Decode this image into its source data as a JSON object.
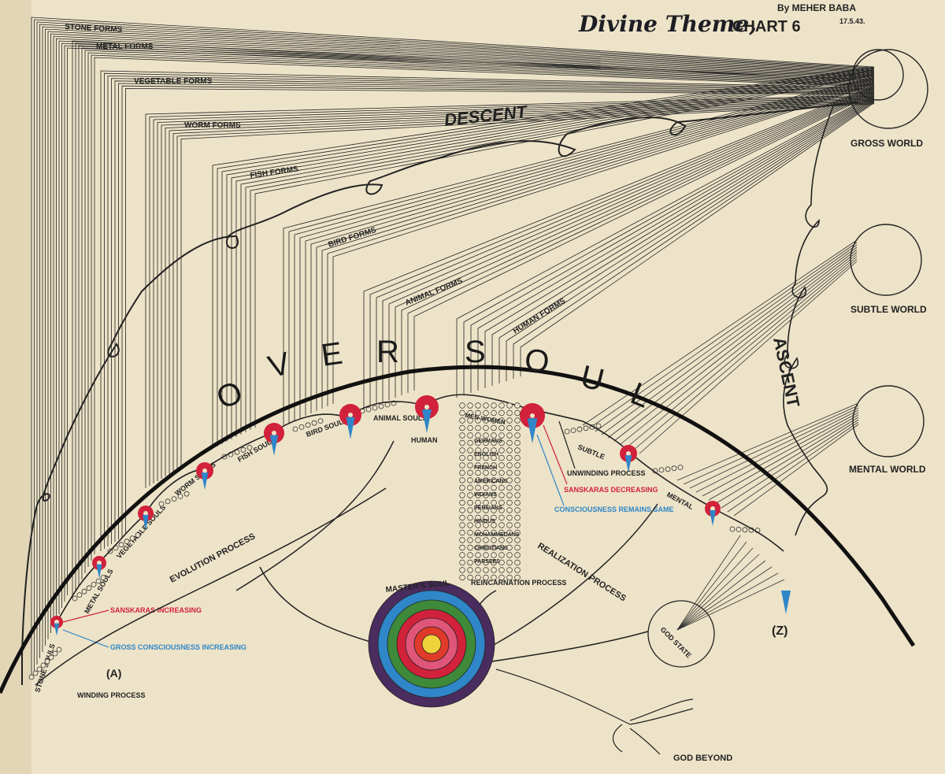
{
  "header": {
    "title_main": "Divine Theme,",
    "title_chart": "CHART 6",
    "author": "By MEHER BABA",
    "date": "17.5.43."
  },
  "forms": [
    "STONE FORMS",
    "METAL FORMS",
    "VEGETABLE FORMS",
    "WORM FORMS",
    "FISH FORMS",
    "BIRD FORMS",
    "ANIMAL FORMS",
    "HUMAN FORMS"
  ],
  "souls": [
    "STONE SOULS",
    "METAL SOULS",
    "VEGETABLE SOULS",
    "WORM SOULS",
    "FISH SOULS",
    "BIRD SOULS",
    "ANIMAL SOULS",
    "HUMAN"
  ],
  "oversoul_letters": [
    "O",
    "V",
    "E",
    "R",
    "S",
    "O",
    "U",
    "L"
  ],
  "descent_label": "DESCENT",
  "ascent_label": "ASCENT",
  "worlds": {
    "gross": "GROSS WORLD",
    "subtle": "SUBTLE WORLD",
    "mental": "MENTAL WORLD"
  },
  "reincarnation": {
    "header": "MEN-WOMEN",
    "groups": [
      "GERMANS",
      "ENGLISH",
      "FRENCH",
      "AMERICANS",
      "INDIANS",
      "PERSIANS",
      "HINDUS",
      "MOHAMMEDANS",
      "CHRISTIANS",
      "PARSEES"
    ],
    "process_label": "REINCARNATION PROCESS"
  },
  "processes": {
    "evolution": "EVOLUTION PROCESS",
    "realization": "REALIZATION PROCESS",
    "winding": "WINDING PROCESS",
    "unwinding": "UNWINDING PROCESS"
  },
  "notes": {
    "sanskaras_increasing": "SANSKARAS INCREASING",
    "gross_consciousness_increasing": "GROSS CONSCIOUSNESS INCREASING",
    "sanskaras_decreasing": "SANSKARAS DECREASING",
    "consciousness_same": "CONSCIOUSNESS REMAINS SAME"
  },
  "planes": {
    "subtle": "SUBTLE",
    "mental": "MENTAL"
  },
  "markers": {
    "a": "(A)",
    "z": "(Z)"
  },
  "masters_soul": "MASTER'S SOUL",
  "god_state": "GOD STATE",
  "god_beyond": "GOD BEYOND",
  "colors": {
    "paper": "#ede3c8",
    "ink": "#1a1a1a",
    "red": "#d2213a",
    "blue": "#2f86c8",
    "ring_colors": [
      "#4a2c5e",
      "#2f86c8",
      "#3e8a3a",
      "#d2213a",
      "#e0557a",
      "#e03a2a",
      "#f0d23a"
    ]
  }
}
